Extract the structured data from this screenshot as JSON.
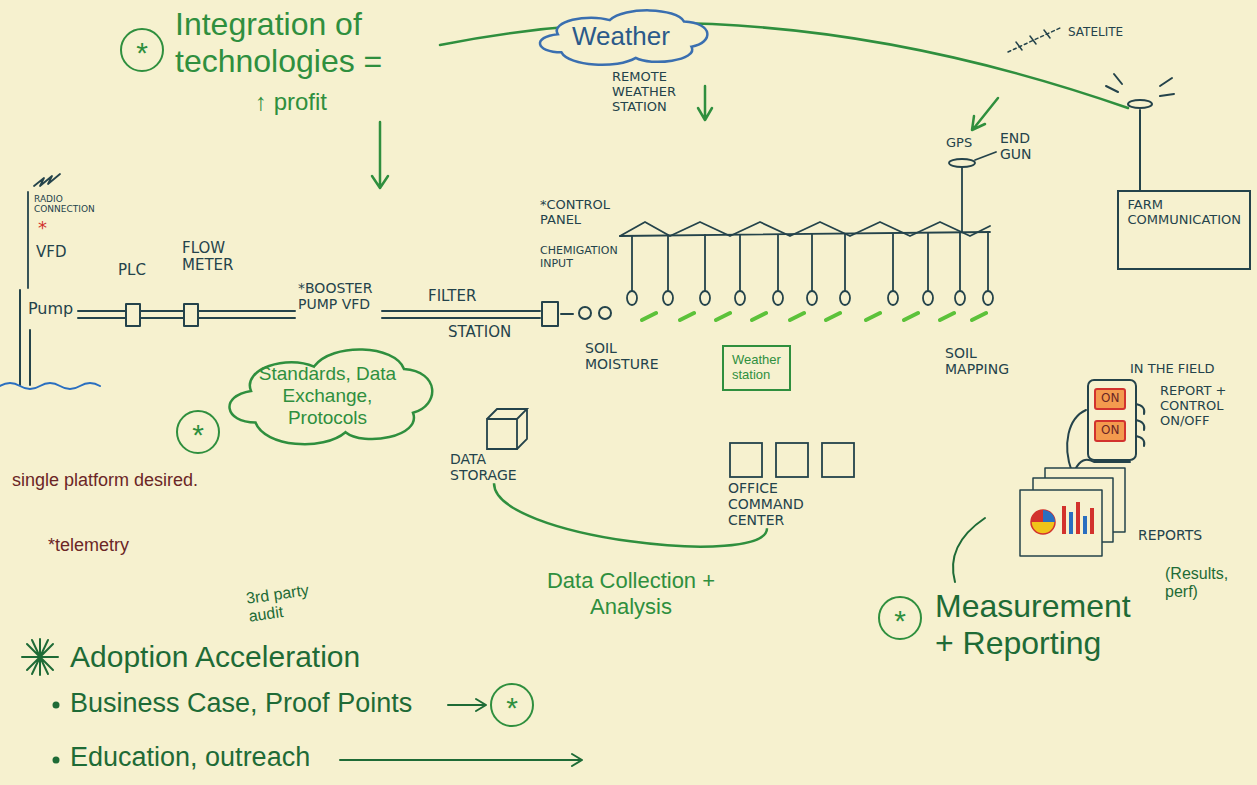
{
  "diagram": {
    "nodes": [
      {
        "text": [
          "*"
        ]
      },
      {
        "text": [
          "Weather"
        ]
      },
      {
        "text": [
          "FARM COMMUNICATION"
        ]
      },
      {
        "text": [
          "Weather station"
        ]
      },
      {
        "text": [
          "ON"
        ]
      },
      {
        "text": [
          "ON"
        ]
      },
      {
        "text": [
          "Standards, Data Exchange, Protocols"
        ]
      },
      {
        "text": [
          "*"
        ]
      },
      {
        "text": [
          "DATA STORAGE"
        ]
      },
      {
        "text": [
          "OFFICE COMMAND CENTER"
        ]
      },
      {
        "text": [
          "*"
        ]
      },
      {
        "text": [
          "*"
        ]
      }
    ],
    "edges": [
      {
        "from": 8,
        "to": 9,
        "label": "Data Collection + Analysis",
        "arrow": "none"
      }
    ],
    "labels": [
      "Integration of technologies =",
      "↑ profit",
      "REMOTE WEATHER STATION",
      "SATELITE",
      "GPS",
      "END GUN",
      "RADIO CONNECTION",
      "*",
      "VFD",
      "PLC",
      "FLOW METER",
      "Pump",
      "*BOOSTER PUMP VFD",
      "FILTER",
      "STATION",
      "*CONTROL PANEL",
      "CHEMIGATION INPUT",
      "SOIL MOISTURE",
      "SOIL MAPPING",
      "IN THE FIELD",
      "REPORT + CONTROL ON/OFF",
      "single platform desired.",
      "*telemetry",
      "REPORTS",
      "Adoption Acceleration",
      "3rd party audit",
      "Business Case, Proof Points",
      "Education, outreach",
      "Measurement + Reporting",
      "(Results, perf)"
    ]
  }
}
